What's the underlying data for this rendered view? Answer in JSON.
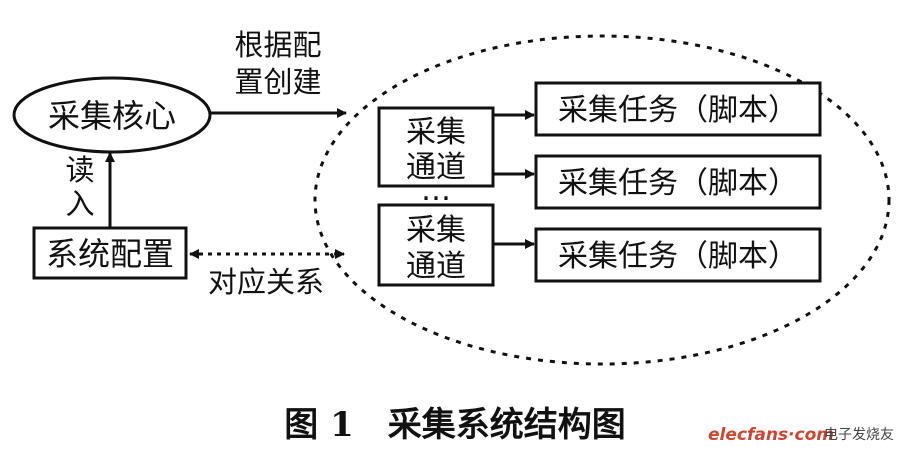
{
  "diagram": {
    "core_node": "采集核心",
    "config_node": "系统配置",
    "edge_create_line1": "根据配",
    "edge_create_line2": "置创建",
    "edge_read_line1": "读",
    "edge_read_line2": "入",
    "edge_mapping": "对应关系",
    "channel_1_line1": "采集",
    "channel_1_line2": "通道",
    "channel_2_line1": "采集",
    "channel_2_line2": "通道",
    "ellipsis": "…",
    "task_1": "采集任务（脚本）",
    "task_2": "采集任务（脚本）",
    "task_3": "采集任务（脚本）"
  },
  "caption": "图 1　采集系统结构图",
  "watermark": {
    "site": "elecfans·com",
    "cn": "电子发烧友"
  }
}
